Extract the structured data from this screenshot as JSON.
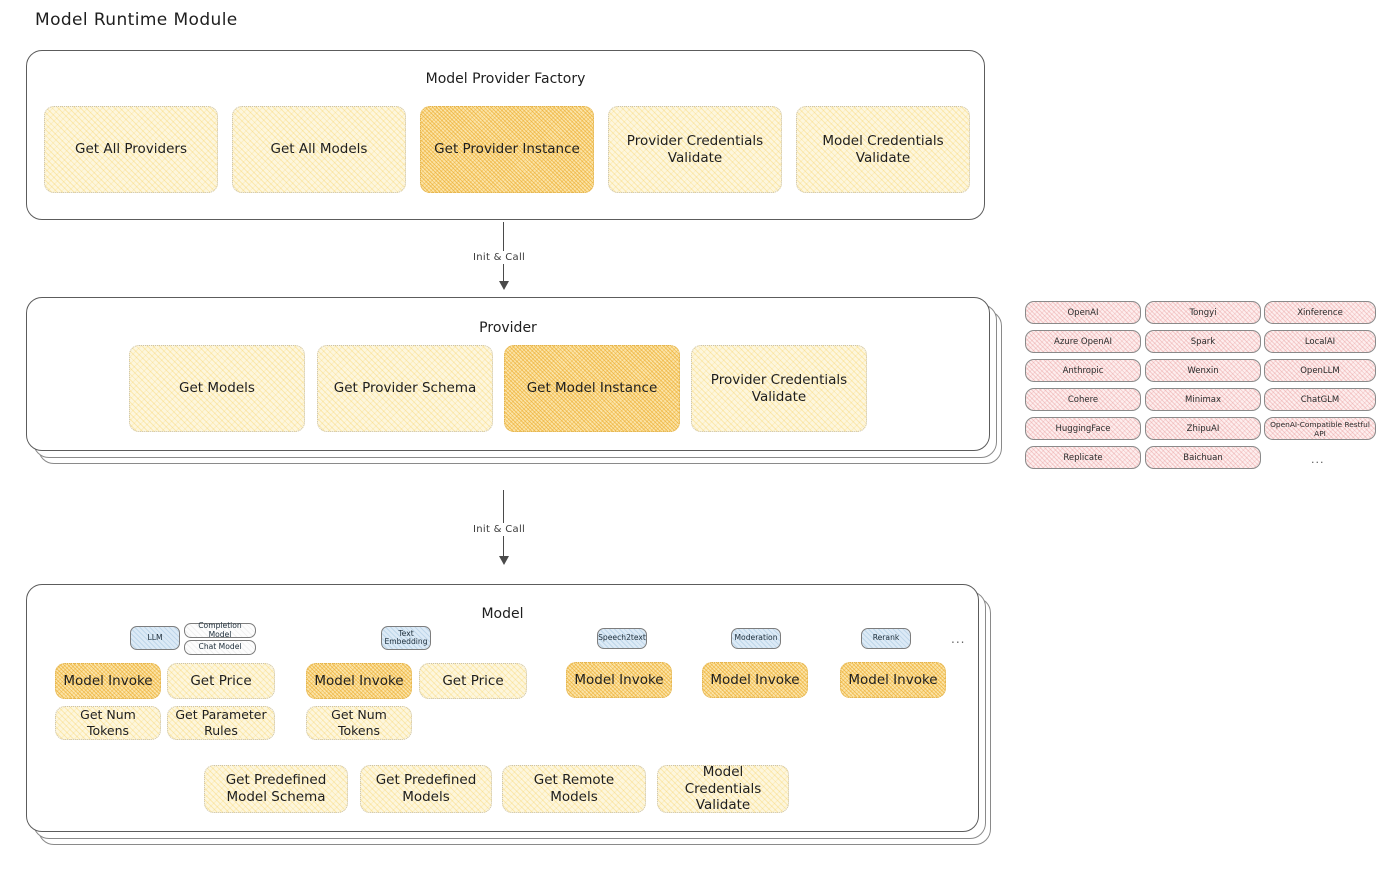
{
  "page": {
    "title": "Model Runtime Module"
  },
  "factory": {
    "title": "Model Provider Factory",
    "methods": [
      {
        "label": "Get All Providers",
        "highlight": false
      },
      {
        "label": "Get All Models",
        "highlight": false
      },
      {
        "label": "Get Provider Instance",
        "highlight": true
      },
      {
        "label": "Provider Credentials Validate",
        "highlight": false
      },
      {
        "label": "Model Credentials Validate",
        "highlight": false
      }
    ]
  },
  "arrows": [
    {
      "label": "Init & Call"
    },
    {
      "label": "Init & Call"
    }
  ],
  "provider": {
    "title": "Provider",
    "methods": [
      {
        "label": "Get Models",
        "highlight": false
      },
      {
        "label": "Get Provider Schema",
        "highlight": false
      },
      {
        "label": "Get Model Instance",
        "highlight": true
      },
      {
        "label": "Provider Credentials Validate",
        "highlight": false
      }
    ]
  },
  "provider_list": {
    "ellipsis": "...",
    "columns": [
      [
        "OpenAI",
        "Azure OpenAI",
        "Anthropic",
        "Cohere",
        "HuggingFace",
        "Replicate"
      ],
      [
        "Tongyi",
        "Spark",
        "Wenxin",
        "Minimax",
        "ZhipuAI",
        "Baichuan"
      ],
      [
        "Xinference",
        "LocalAI",
        "OpenLLM",
        "ChatGLM",
        "OpenAI-Compatible Restful API"
      ]
    ]
  },
  "model": {
    "title": "Model",
    "ellipsis": "...",
    "types": [
      {
        "name": "LLM",
        "style": "blue",
        "sub_chips": [
          "Completion Model",
          "Chat Model"
        ],
        "methods_row1": [
          {
            "label": "Model Invoke",
            "highlight": true
          },
          {
            "label": "Get Price",
            "highlight": false
          }
        ],
        "methods_row2": [
          {
            "label": "Get Num Tokens",
            "highlight": false
          },
          {
            "label": "Get Parameter Rules",
            "highlight": false
          }
        ]
      },
      {
        "name": "Text Embedding",
        "style": "blue",
        "sub_chips": [],
        "methods_row1": [
          {
            "label": "Model Invoke",
            "highlight": true
          },
          {
            "label": "Get Price",
            "highlight": false
          }
        ],
        "methods_row2": [
          {
            "label": "Get Num Tokens",
            "highlight": false
          }
        ]
      },
      {
        "name": "Speech2text",
        "style": "blue",
        "sub_chips": [],
        "methods_row1": [
          {
            "label": "Model Invoke",
            "highlight": true
          }
        ],
        "methods_row2": []
      },
      {
        "name": "Moderation",
        "style": "blue",
        "sub_chips": [],
        "methods_row1": [
          {
            "label": "Model Invoke",
            "highlight": true
          }
        ],
        "methods_row2": []
      },
      {
        "name": "Rerank",
        "style": "blue",
        "sub_chips": [],
        "methods_row1": [
          {
            "label": "Model Invoke",
            "highlight": true
          }
        ],
        "methods_row2": []
      }
    ],
    "shared_methods": [
      {
        "label": "Get Predefined Model Schema"
      },
      {
        "label": "Get Predefined Models"
      },
      {
        "label": "Get Remote Models"
      },
      {
        "label": "Model Credentials Validate"
      }
    ]
  },
  "colors": {
    "highlight_fill": "#fbe4a8",
    "method_fill": "#fdf6dd",
    "provider_chip_fill": "#fdeeee",
    "type_chip_blue": "#dceaf6",
    "stroke": "#5c5c5c"
  }
}
